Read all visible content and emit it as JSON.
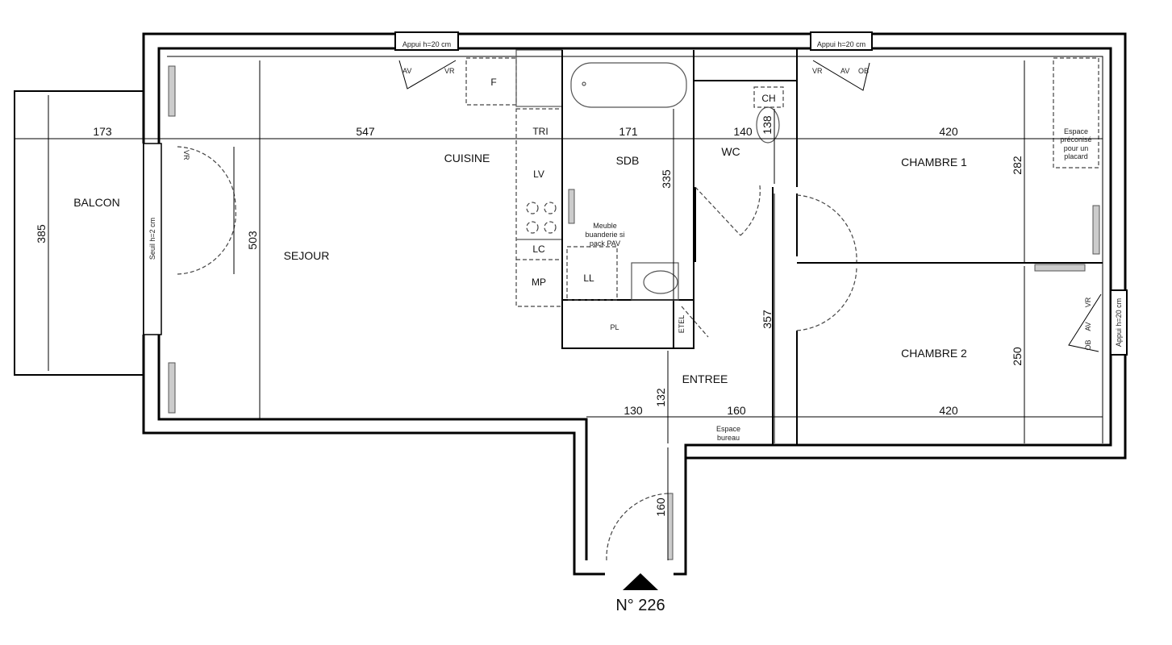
{
  "plan": {
    "number": "N° 226",
    "rooms": {
      "balcon": "BALCON",
      "sejour": "SEJOUR",
      "cuisine": "CUISINE",
      "sdb": "SDB",
      "wc": "WC",
      "chambre1": "CHAMBRE 1",
      "chambre2": "CHAMBRE 2",
      "entree": "ENTREE"
    },
    "fixtures": {
      "f": "F",
      "tri": "TRI",
      "lv": "LV",
      "lc": "LC",
      "mp": "MP",
      "ll": "LL",
      "pl": "PL",
      "etel": "ETEL",
      "ch": "CH",
      "meuble": [
        "Meuble",
        "buanderie si",
        "pack PAV"
      ],
      "placard": [
        "Espace",
        "préconisé",
        "pour un",
        "placard"
      ],
      "bureau": [
        "Espace",
        "bureau"
      ]
    },
    "windows": {
      "appui": "Appui h=20 cm",
      "seuil": "Seuil h=2 cm",
      "av": "AV",
      "vr": "VR",
      "ob": "OB"
    },
    "dimensions": {
      "balcon_w": "173",
      "balcon_h": "385",
      "sejour_w": "547",
      "sejour_h": "503",
      "sdb_w": "171",
      "sdb_h": "335",
      "wc_w": "140",
      "wc_h": "138",
      "ch1_w": "420",
      "ch1_h": "282",
      "ch2_w": "420",
      "ch2_h": "250",
      "entree_h": "357",
      "entree_w1": "130",
      "entree_w2": "160",
      "entree_d": "132",
      "door": "160"
    }
  }
}
